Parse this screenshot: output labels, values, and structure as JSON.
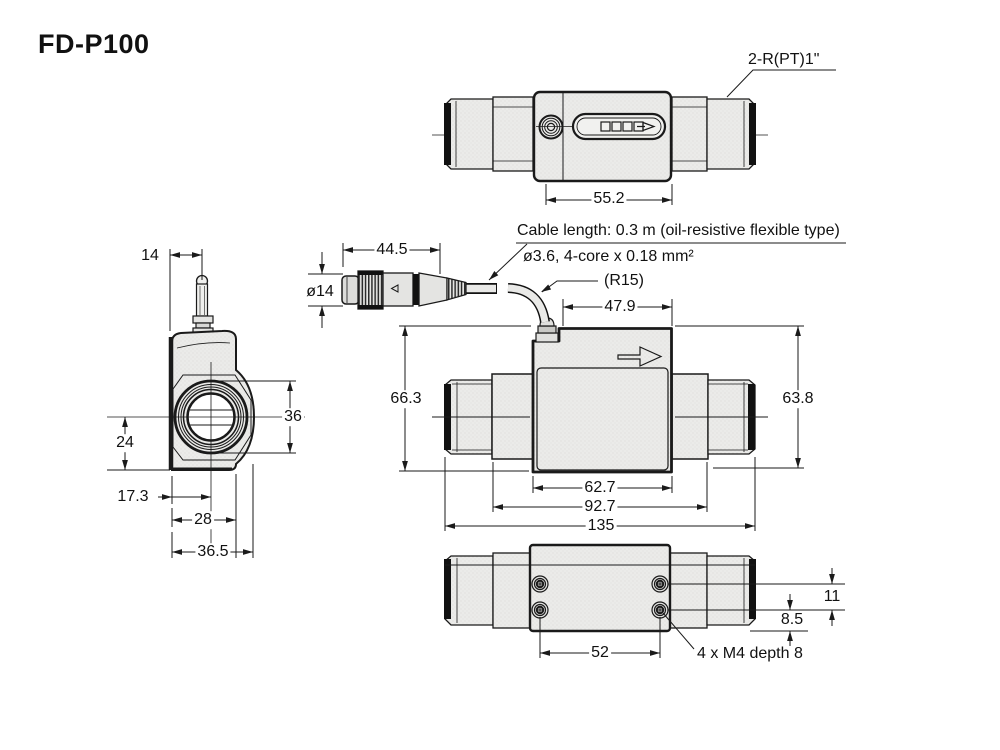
{
  "title": "FD-P100",
  "notes": {
    "thread_spec": "2-R(PT)1\"",
    "cable_length": "Cable length: 0.3 m (oil-resistive flexible type)",
    "cable_spec": "ø3.6, 4-core x 0.18 mm²",
    "bend_radius": "(R15)",
    "mounting_holes": "4 x M4 depth 8"
  },
  "dims": {
    "top": {
      "body_width": "55.2"
    },
    "side": {
      "stem_offset": "14",
      "port_dia": "36",
      "center_to_bottom": "24",
      "edge_to_center": "17.3",
      "body_width": "28",
      "overall_width": "36.5"
    },
    "front": {
      "connector_length": "44.5",
      "connector_dia": "ø14",
      "top_width": "47.9",
      "overall_height": "66.3",
      "pipe_height": "63.8",
      "body_width": "62.7",
      "across_hex": "92.7",
      "overall_length": "135"
    },
    "bottom": {
      "hole_pitch": "52",
      "hole_row_offset": "11",
      "hole_edge_offset": "8.5"
    }
  },
  "colors": {
    "ink": "#1a1a1a",
    "body_fill": "#ebebe9"
  }
}
